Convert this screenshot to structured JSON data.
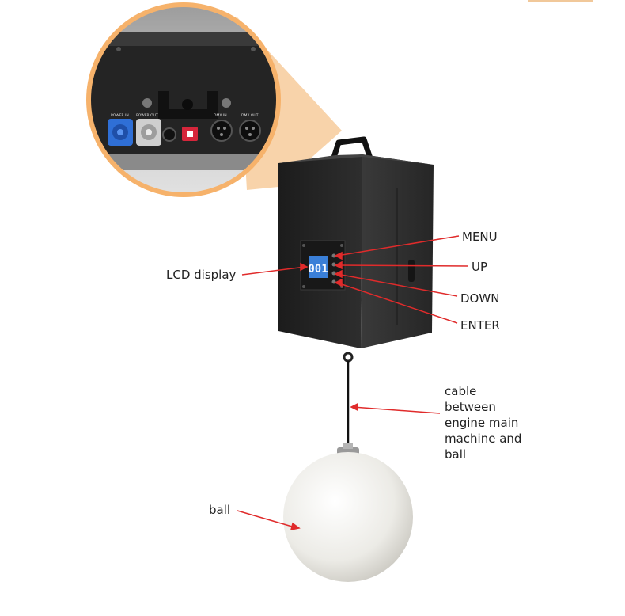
{
  "labels": {
    "menu": "MENU",
    "up": "UP",
    "down": "DOWN",
    "enter": "ENTER",
    "lcd": "LCD display",
    "cable": [
      "cable",
      "between",
      "engine main",
      "machine and",
      "ball"
    ],
    "ball": "ball"
  },
  "panel": {
    "ports": [
      "POWER IN",
      "POWER OUT",
      "",
      "DMX IN",
      "DMX OUT"
    ]
  },
  "lcd_readout": "001",
  "colors": {
    "accent_orange": "#f6b26b",
    "arrow_red": "#e02b2b",
    "box_black": "#2a2a2a",
    "lcd_blue": "#3a7fd8",
    "ball_white": "#f2f2ee"
  }
}
